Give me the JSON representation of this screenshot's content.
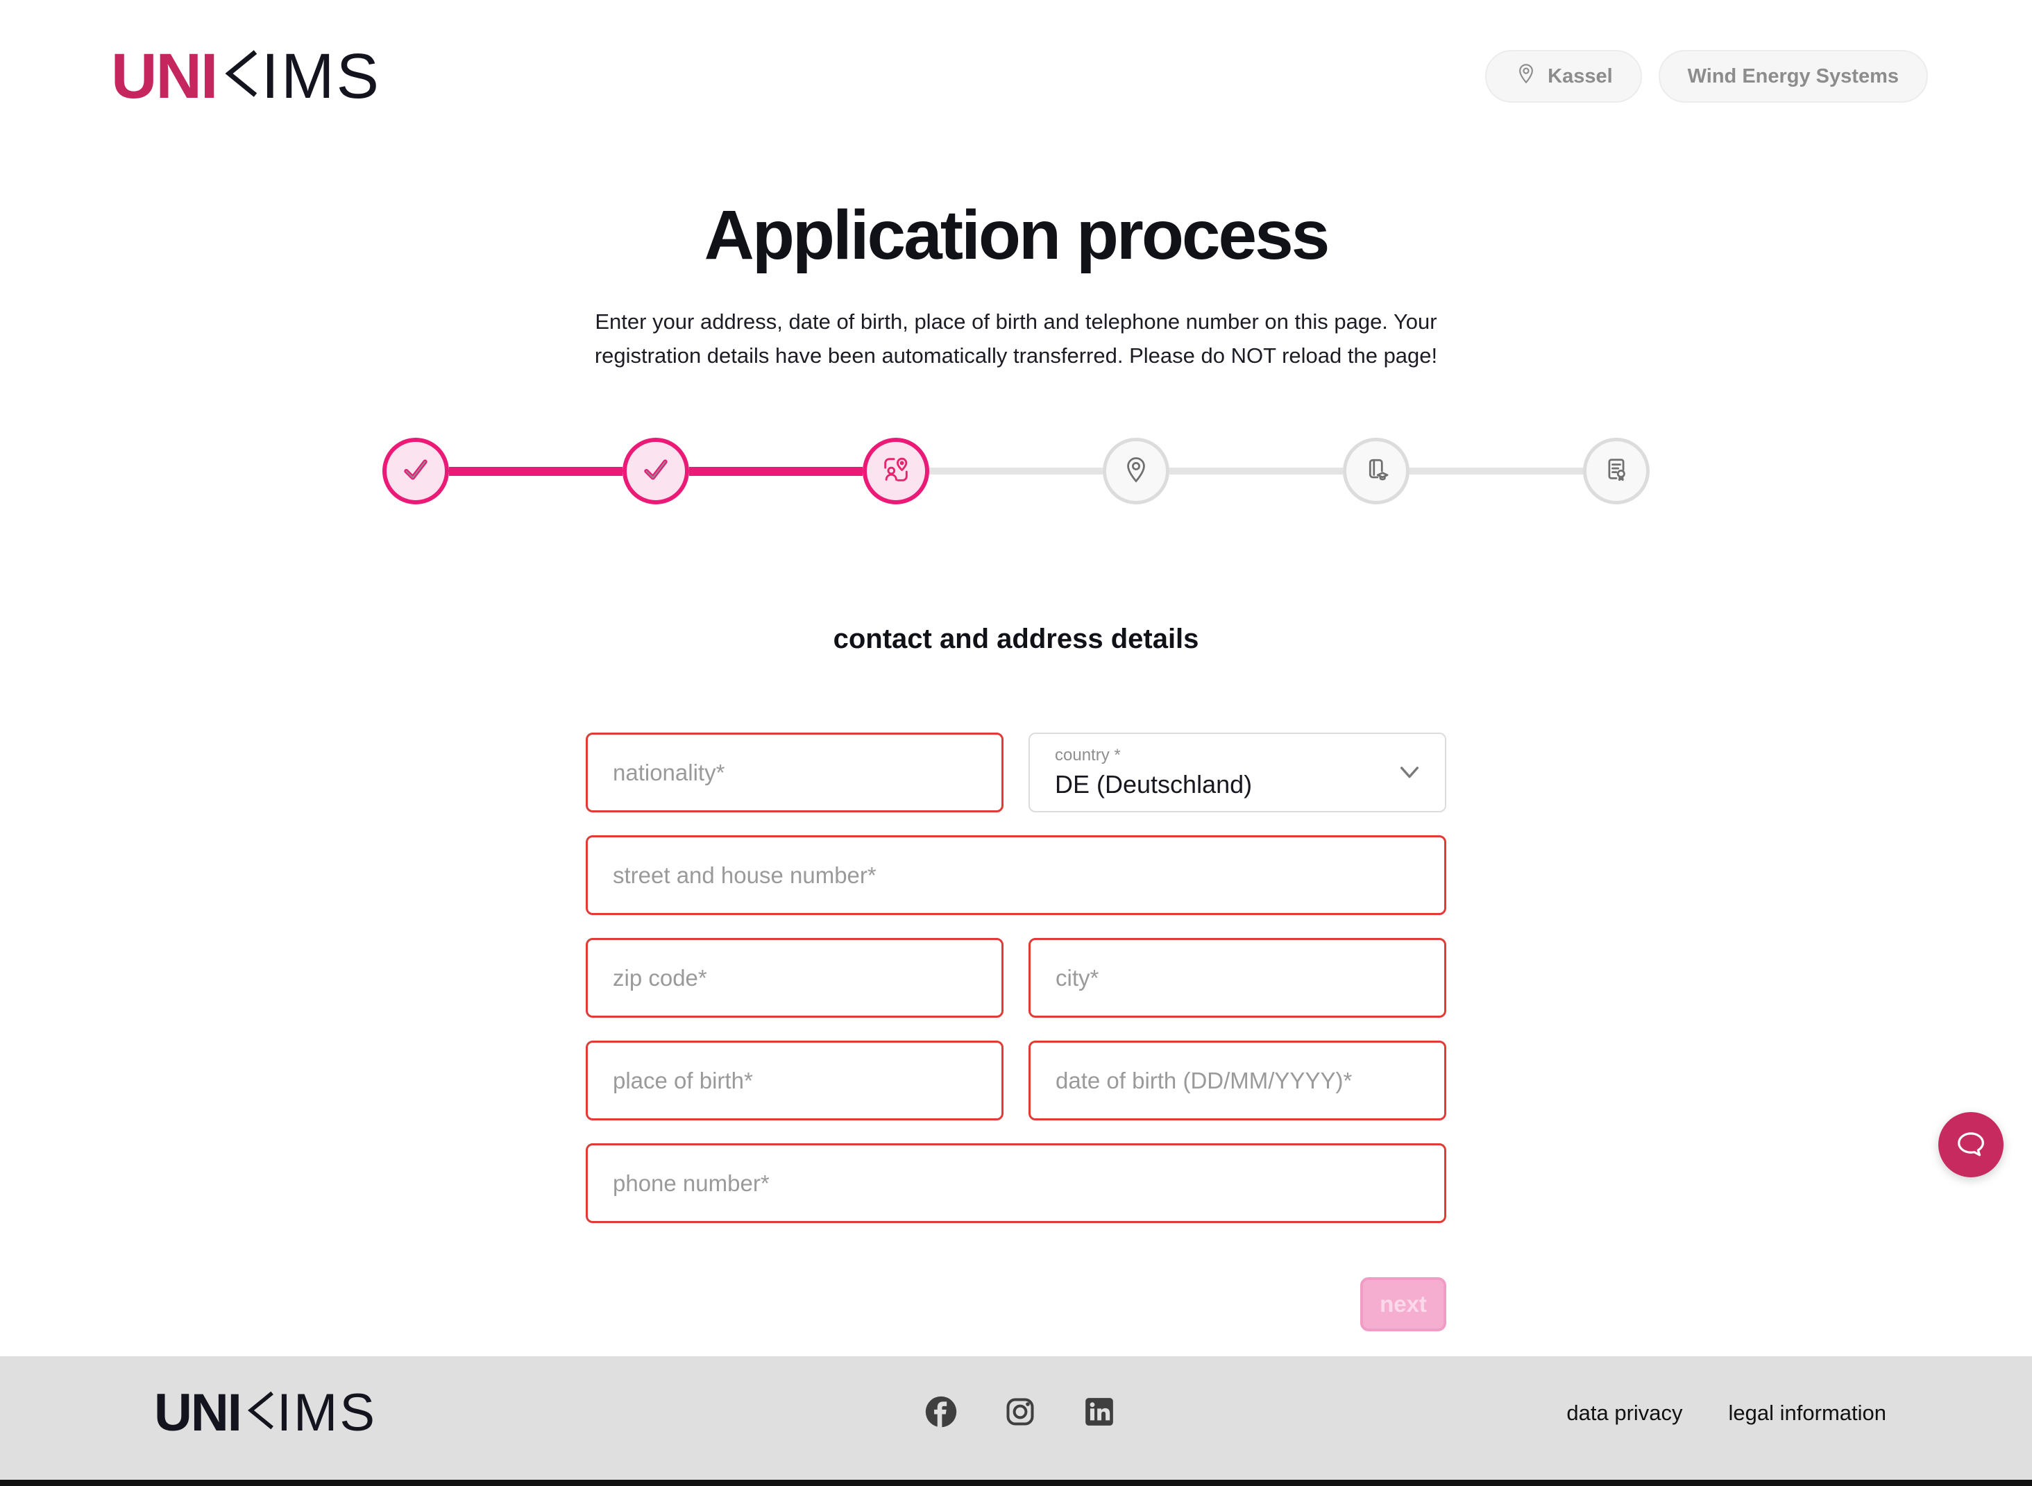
{
  "brand": {
    "part1": "UNI",
    "part2": "IMS"
  },
  "colors": {
    "brand_magenta": "#c5265e",
    "stepper_pink": "#ec1a77",
    "stepper_pink_fill": "#fbe3f0",
    "error_red": "#e23b35",
    "disabled_pink": "#f5aed0",
    "footer_gray": "#dfdfdf",
    "inactive_gray": "#dcdcdc"
  },
  "header": {
    "badges": [
      {
        "icon": "location-pin",
        "label": "Kassel"
      },
      {
        "label": "Wind Energy Systems"
      }
    ]
  },
  "main": {
    "title": "Application process",
    "subtitle": "Enter your address, date of birth, place of birth and telephone number on this page. Your registration details have been automatically transferred. Please do NOT reload the page!",
    "stepper": {
      "steps": [
        {
          "state": "completed",
          "icon": "check"
        },
        {
          "state": "completed",
          "icon": "check"
        },
        {
          "state": "active",
          "icon": "contact-address-card"
        },
        {
          "state": "upcoming",
          "icon": "location-pin"
        },
        {
          "state": "upcoming",
          "icon": "study-course-book"
        },
        {
          "state": "upcoming",
          "icon": "certificate-document"
        }
      ]
    },
    "form": {
      "heading": "contact and address details",
      "fields": {
        "nationality": {
          "placeholder": "nationality*",
          "value": ""
        },
        "country": {
          "label": "country *",
          "value": "DE (Deutschland)"
        },
        "street": {
          "placeholder": "street and house number*",
          "value": ""
        },
        "zip": {
          "placeholder": "zip code*",
          "value": ""
        },
        "city": {
          "placeholder": "city*",
          "value": ""
        },
        "place_of_birth": {
          "placeholder": "place of birth*",
          "value": ""
        },
        "date_of_birth": {
          "placeholder": "date of birth (DD/MM/YYYY)*",
          "value": ""
        },
        "phone": {
          "placeholder": "phone number*",
          "value": ""
        }
      },
      "next_label": "next"
    }
  },
  "footer": {
    "social": [
      "facebook",
      "instagram",
      "linkedin"
    ],
    "links": [
      {
        "label": "data privacy"
      },
      {
        "label": "legal information"
      }
    ]
  }
}
